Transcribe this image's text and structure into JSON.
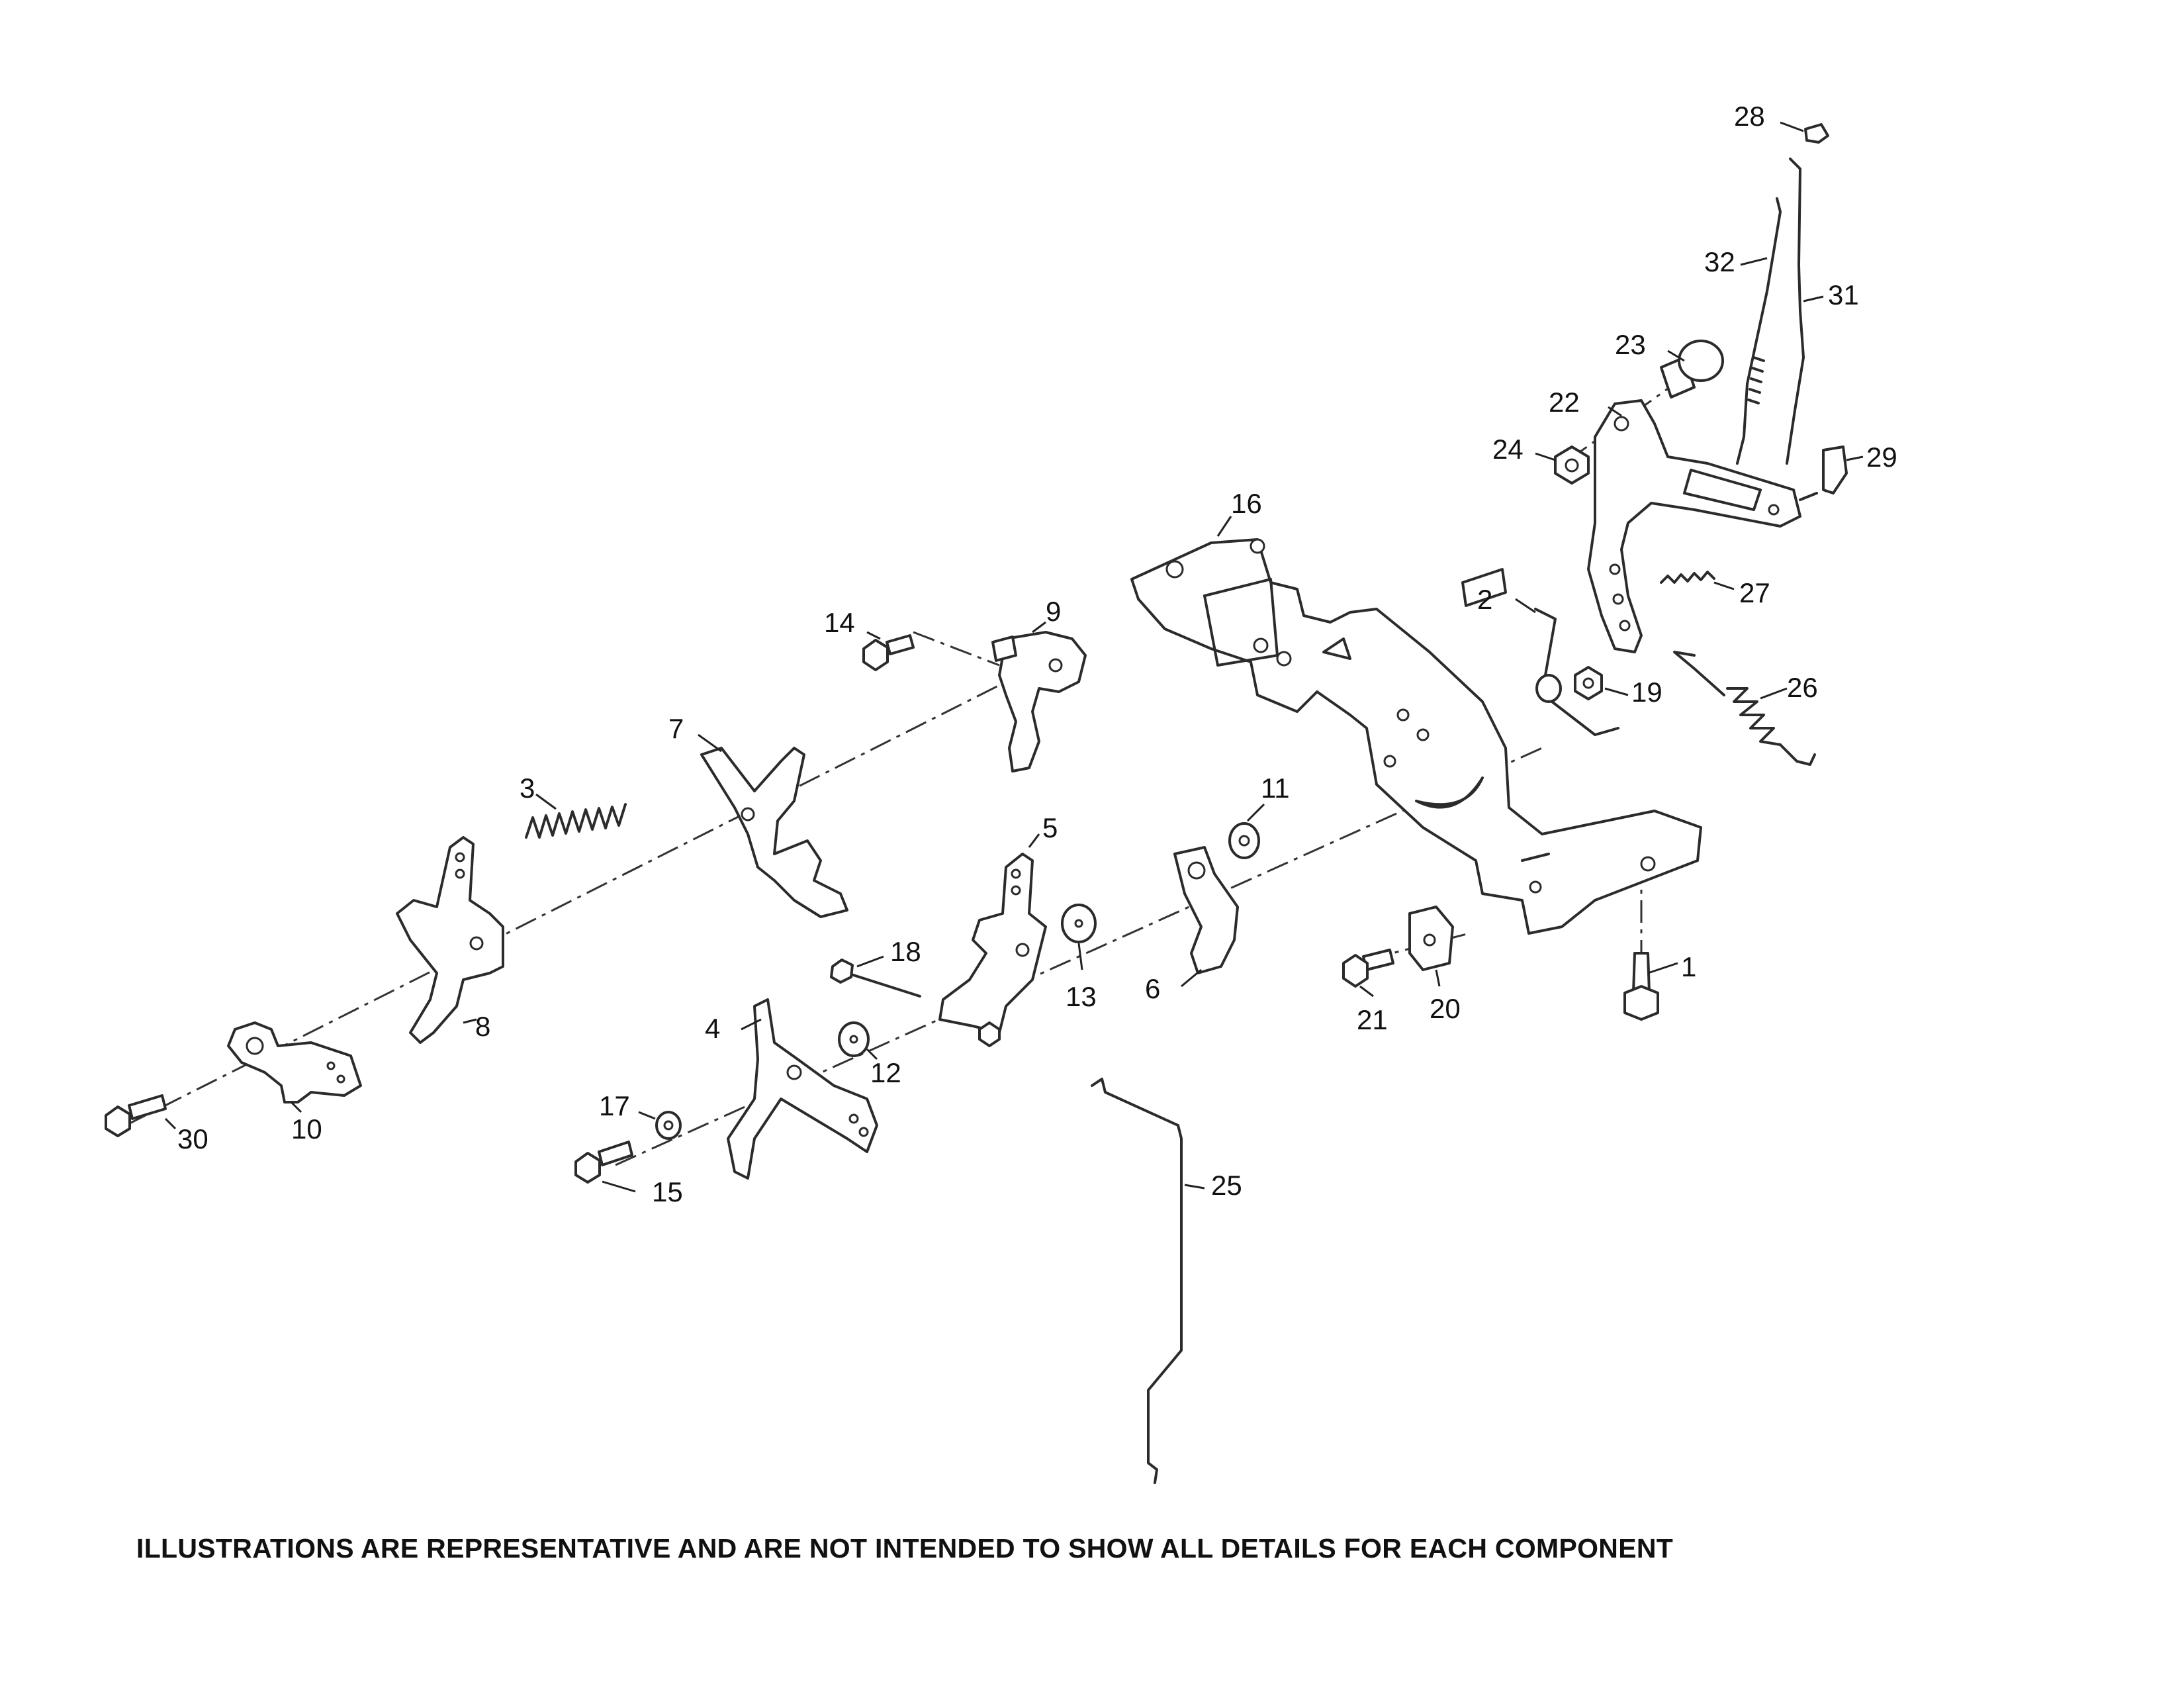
{
  "diagram": {
    "callouts": [
      "1",
      "2",
      "3",
      "4",
      "5",
      "6",
      "7",
      "8",
      "9",
      "10",
      "11",
      "12",
      "13",
      "14",
      "15",
      "16",
      "17",
      "18",
      "19",
      "20",
      "21",
      "22",
      "23",
      "24",
      "25",
      "26",
      "27",
      "28",
      "29",
      "30",
      "31",
      "32"
    ]
  },
  "footer": {
    "note": "ILLUSTRATIONS ARE REPRESENTATIVE AND ARE NOT INTENDED TO SHOW ALL DETAILS FOR EACH COMPONENT"
  }
}
